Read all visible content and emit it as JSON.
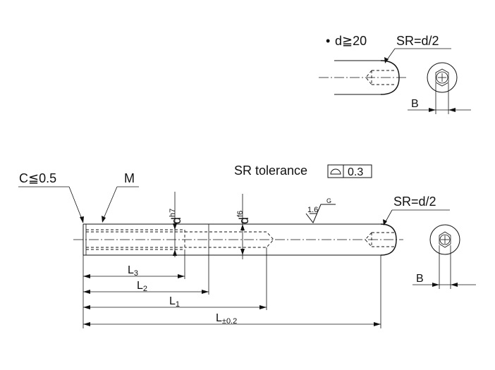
{
  "detail": {
    "bullet": "•",
    "condition": "d≧20",
    "sr_label": "SR=d/2",
    "b_label": "B"
  },
  "main": {
    "chamfer_label": "C≦0.5",
    "thread_label": "M",
    "sr_tolerance_text": "SR  tolerance",
    "sr_tolerance_value": "0.3",
    "dia_h7_base": "d",
    "dia_h7_sup": "h7",
    "dia_f6_base": "d",
    "dia_f6_sup": "f6",
    "roughness_value": "1.6",
    "roughness_grade": "G",
    "sr_label": "SR=d/2",
    "b_label": "B",
    "dims": {
      "l3_base": "L",
      "l3_sub": "3",
      "l2_base": "L",
      "l2_sub": "2",
      "l1_base": "L",
      "l1_sub": "1",
      "l_base": "L",
      "l_sub": "±0.2"
    }
  }
}
